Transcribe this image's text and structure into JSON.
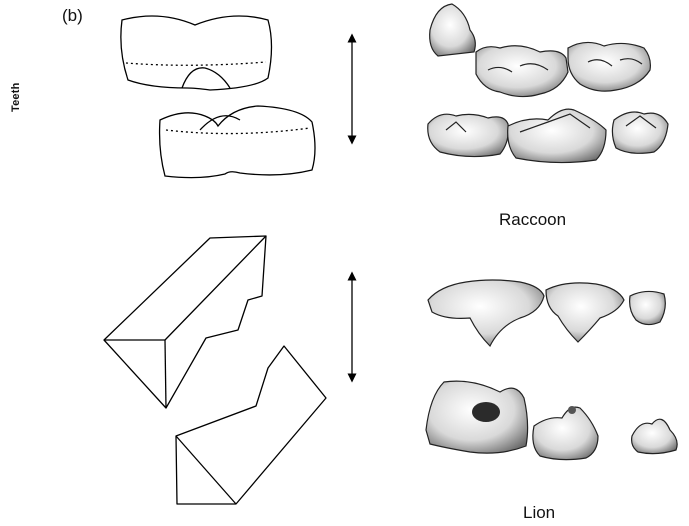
{
  "panel_label": "(b)",
  "side_label": "Teeth",
  "animals": [
    {
      "name": "Raccoon"
    },
    {
      "name": "Lion"
    }
  ]
}
